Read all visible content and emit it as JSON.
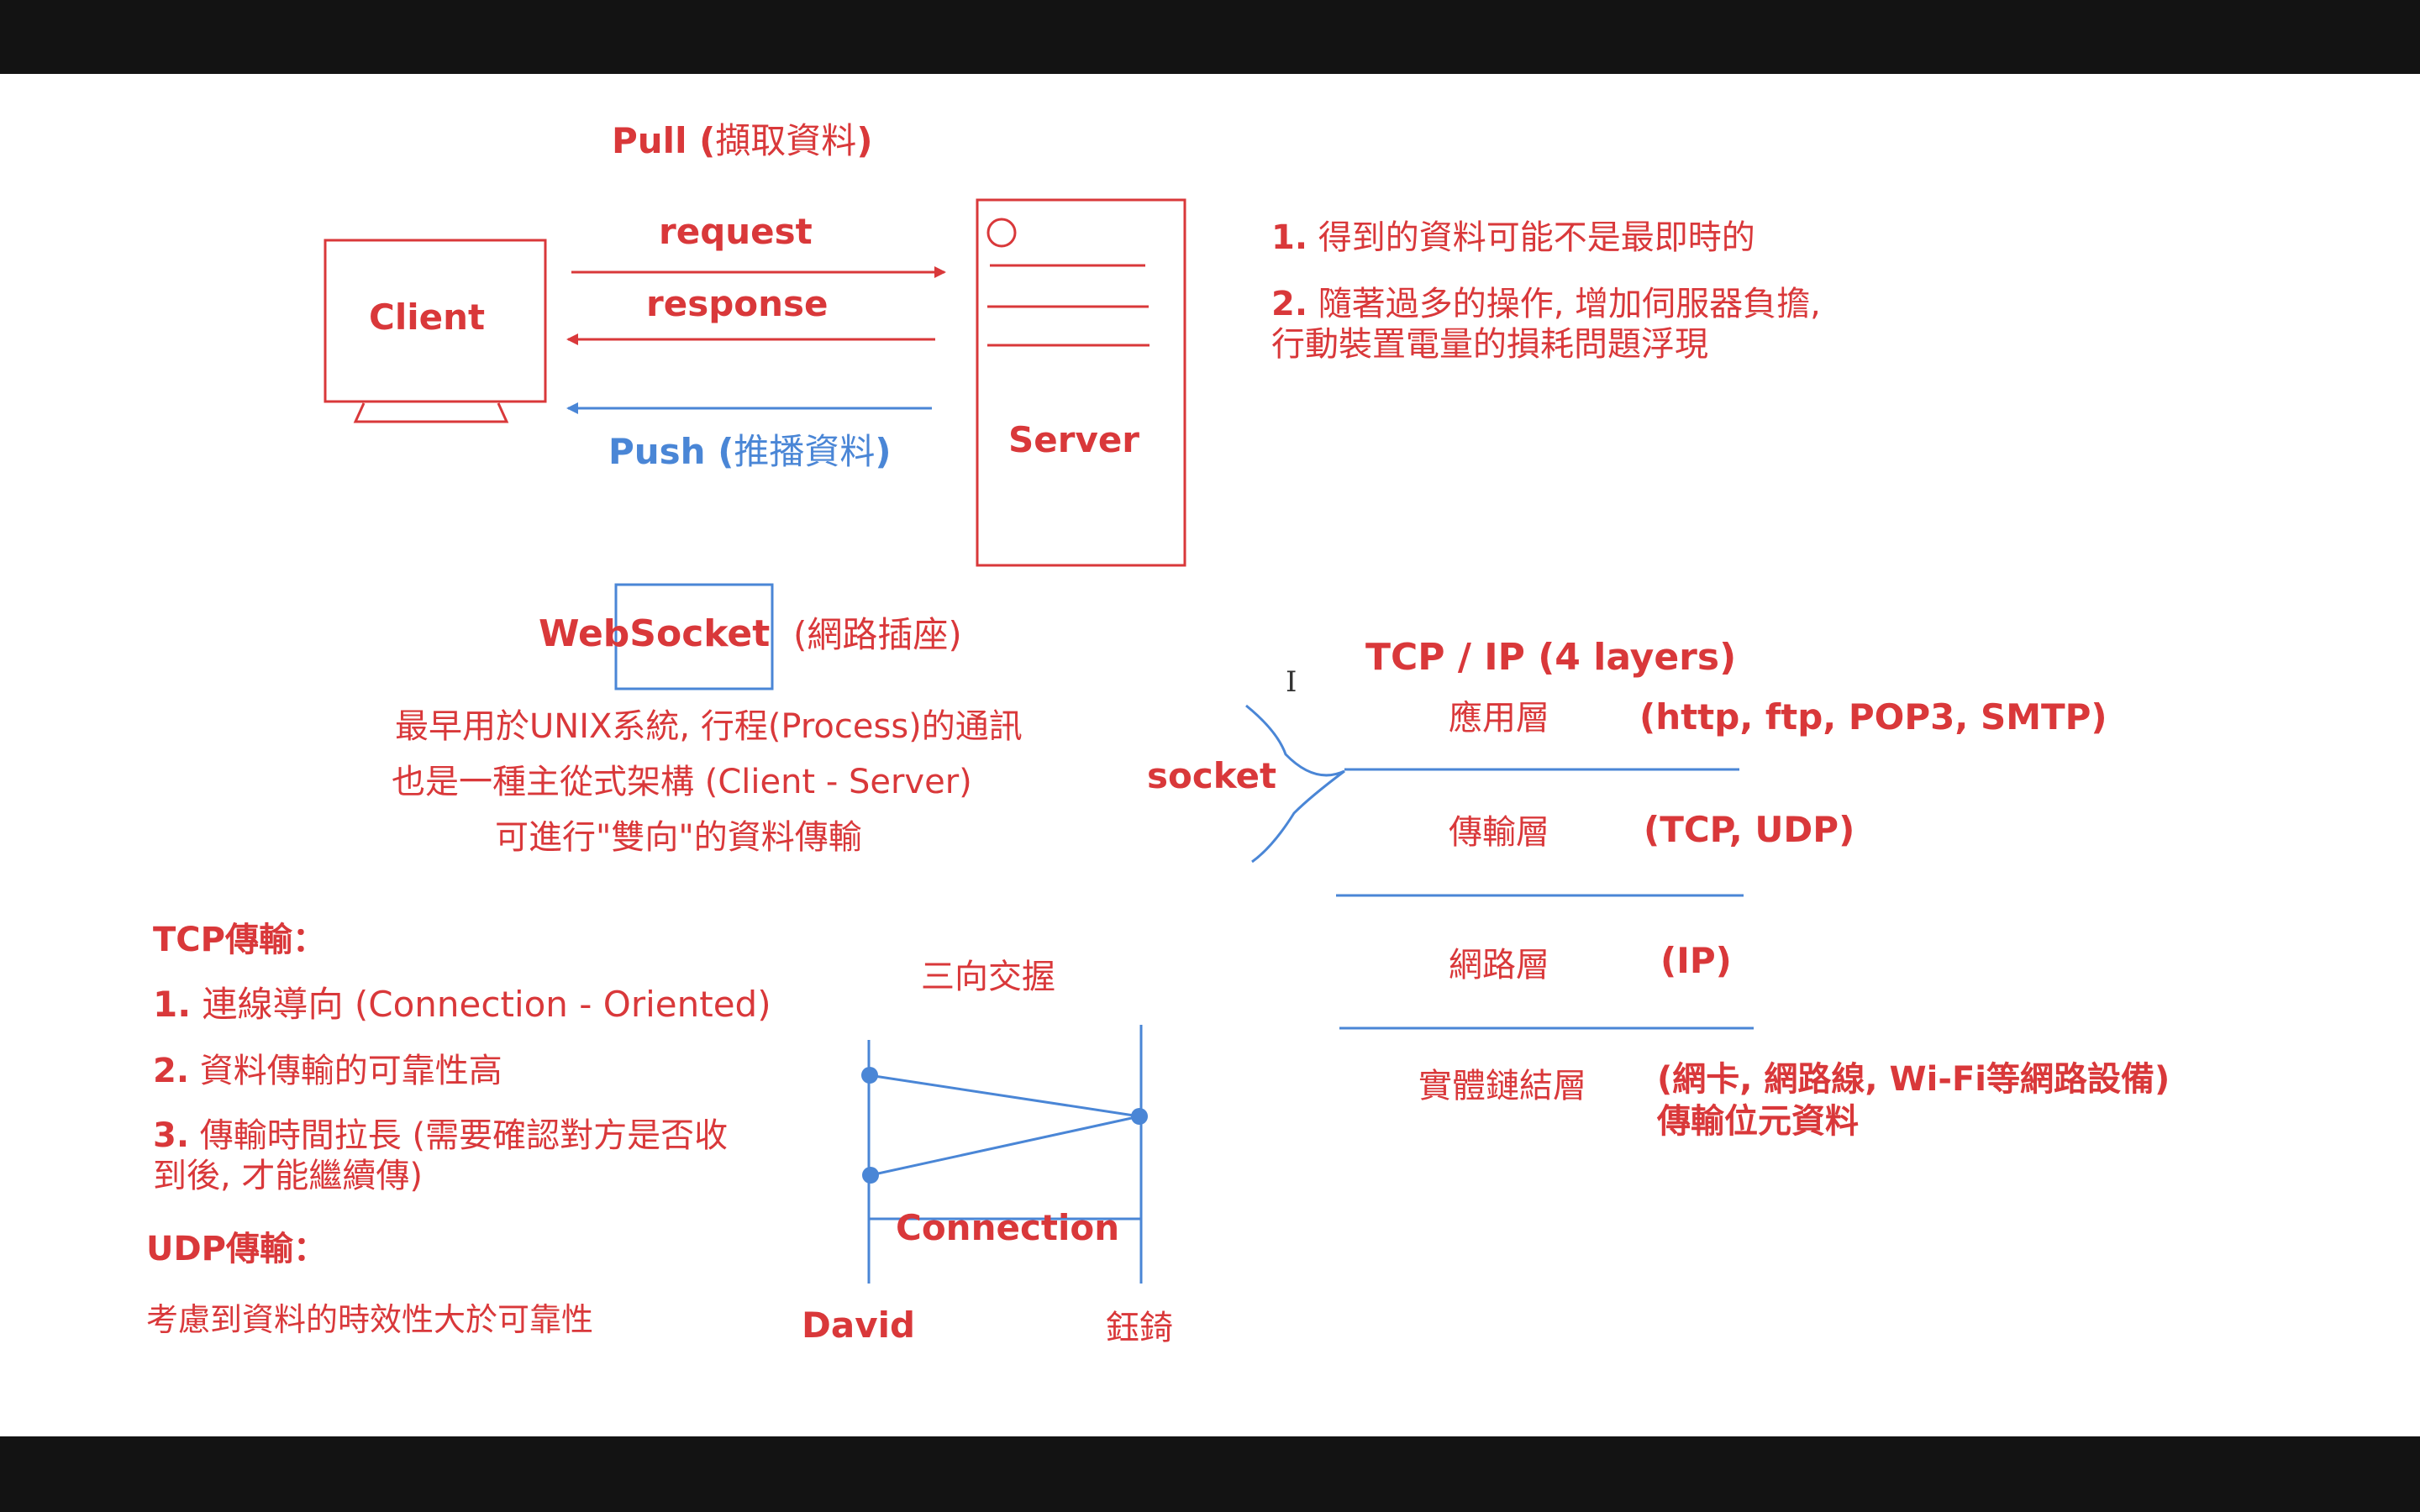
{
  "pull": {
    "bold": "Pull (",
    "normal": "擷取資料",
    "close": ")"
  },
  "push": {
    "bold": "Push (",
    "normal": "推播資料",
    "close": ")"
  },
  "labels": {
    "client": "Client",
    "server": "Server",
    "request": "request",
    "response": "response"
  },
  "pull_notes": [
    {
      "num": "1.",
      "text": "得到的資料可能不是最即時的"
    },
    {
      "num": "2.",
      "text": "隨著過多的操作, 增加伺服器負擔, 行動裝置電量的損耗問題浮現"
    }
  ],
  "websocket": {
    "title": "WebSocket",
    "translation": "(網路插座)",
    "lines": [
      "最早用於UNIX系統, 行程(Process)的通訊",
      "也是一種主從式架構 (Client - Server)",
      "可進行\"雙向\"的資料傳輸"
    ]
  },
  "tcpip": {
    "title": "TCP / IP (4 layers)",
    "socket": "socket",
    "layers": [
      {
        "name": "應用層",
        "desc": "(http, ftp, POP3, SMTP)"
      },
      {
        "name": "傳輸層",
        "desc": "(TCP, UDP)"
      },
      {
        "name": "網路層",
        "desc": "(IP)"
      },
      {
        "name": "實體鏈結層",
        "desc": "(網卡, 網路線, Wi-Fi等網路設備) 傳輸位元資料"
      }
    ]
  },
  "tcp_transfer": {
    "title": "TCP傳輸：",
    "items": [
      {
        "num": "1.",
        "text": "連線導向 (Connection - Oriented)"
      },
      {
        "num": "2.",
        "text": "資料傳輸的可靠性高"
      },
      {
        "num": "3.",
        "text": "傳輸時間拉長 (需要確認對方是否收到後, 才能繼續傳)"
      }
    ]
  },
  "udp_transfer": {
    "title": "UDP傳輸：",
    "text": "考慮到資料的時效性大於可靠性"
  },
  "handshake": {
    "title": "三向交握",
    "connection": "Connection",
    "left_party": "David",
    "right_party": "鈺錡"
  },
  "colors": {
    "red": "#d9383a",
    "blue": "#4a86d6",
    "background": "#ffffff",
    "frame": "#131313"
  },
  "icons": {
    "cursor": "text-cursor-icon"
  }
}
